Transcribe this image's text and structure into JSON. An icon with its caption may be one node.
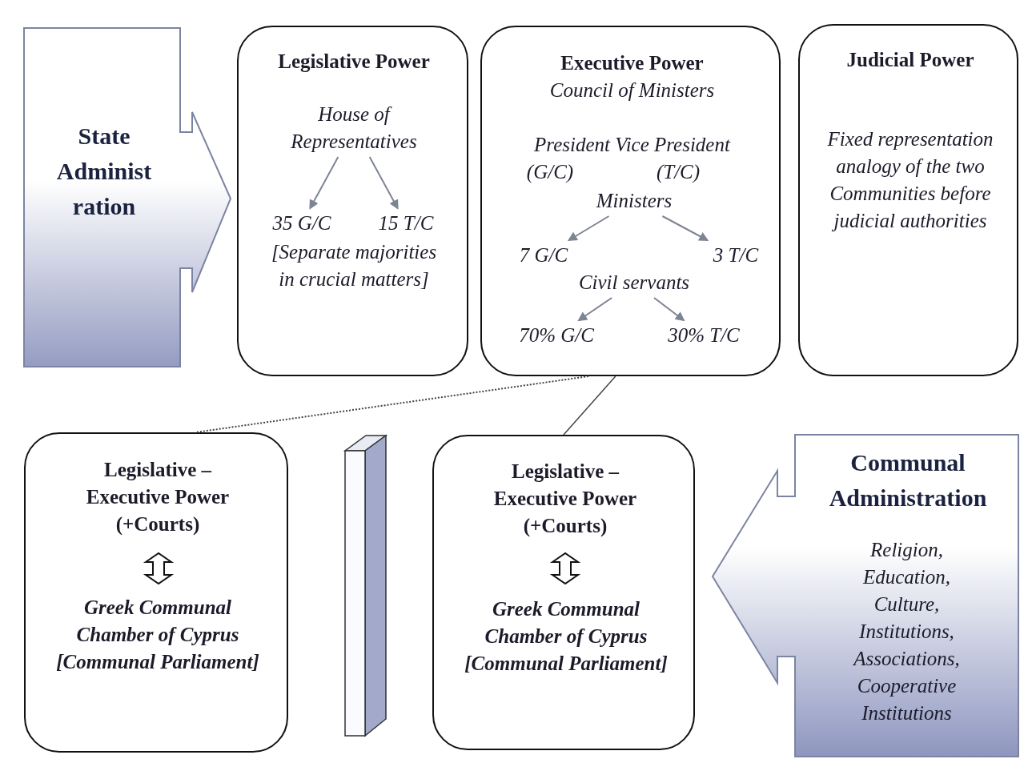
{
  "diagram": {
    "nodes": [
      {
        "text": [
          "State Administ ration"
        ]
      },
      {
        "text": [
          "Legislative Power",
          "[Separate majorities in crucial matters]"
        ]
      },
      {
        "text": [
          "House of Representatives"
        ],
        "in": 1
      },
      {
        "text": [
          "35 G/C"
        ],
        "in": 1
      },
      {
        "text": [
          "15 T/C"
        ],
        "in": 1
      },
      {
        "text": [
          "Executive Power",
          "Council of Ministers",
          "President Vice President",
          "(G/C)",
          "(T/C)"
        ]
      },
      {
        "text": [
          "Ministers"
        ],
        "in": 5
      },
      {
        "text": [
          "7 G/C"
        ],
        "in": 5
      },
      {
        "text": [
          "3 T/C"
        ],
        "in": 5
      },
      {
        "text": [
          "Civil servants"
        ],
        "in": 5
      },
      {
        "text": [
          "70% G/C"
        ],
        "in": 5
      },
      {
        "text": [
          "30% T/C"
        ],
        "in": 5
      },
      {
        "text": [
          "Judicial Power",
          "Fixed representation analogy of the two Communities before judicial authorities"
        ]
      },
      {
        "text": [
          "Legislative – Executive Power (+Courts)",
          "Greek Communal Chamber of Cyprus [Communal Parliament]"
        ]
      },
      {
        "text": [],
        "shape": "bar"
      },
      {
        "text": [
          "Legislative – Executive Power (+Courts)",
          "Greek Communal Chamber of Cyprus [Communal Parliament]"
        ]
      },
      {
        "text": [
          "Communal Administration",
          "Religion, Education, Culture, Institutions, Associations, Cooperative Institutions"
        ]
      }
    ],
    "edges": [
      {
        "from": 2,
        "to": 3,
        "arrow": "to"
      },
      {
        "from": 2,
        "to": 4,
        "arrow": "to"
      },
      {
        "from": 6,
        "to": 7,
        "arrow": "to"
      },
      {
        "from": 6,
        "to": 8,
        "arrow": "to"
      },
      {
        "from": 9,
        "to": 10,
        "arrow": "to"
      },
      {
        "from": 9,
        "to": 11,
        "arrow": "to"
      },
      {
        "from": 5,
        "to": 13,
        "arrow": "none",
        "style": "dashed",
        "color": "#444444"
      },
      {
        "from": 5,
        "to": 15,
        "arrow": "none",
        "color": "#444444"
      }
    ]
  }
}
